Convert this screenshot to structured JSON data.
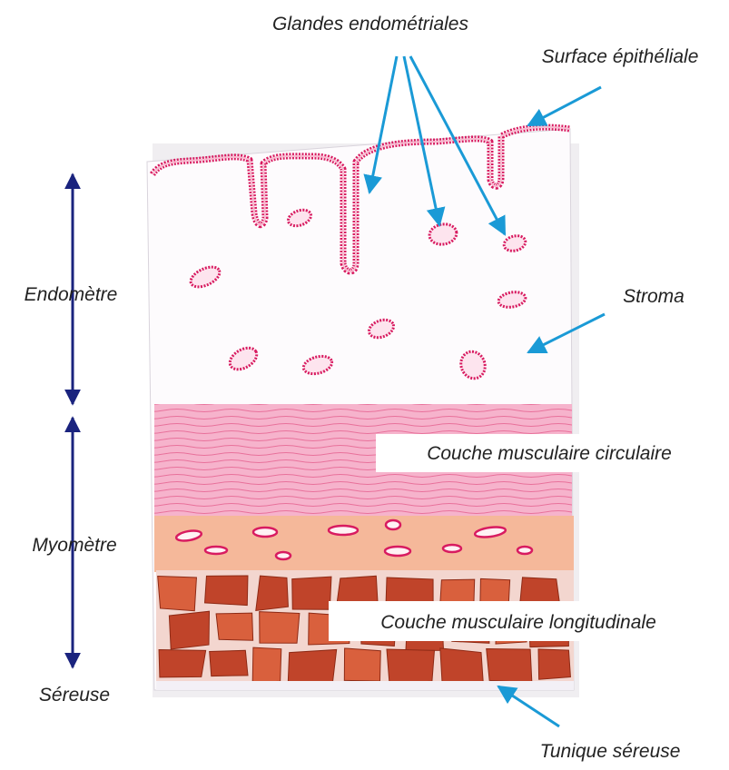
{
  "labels": {
    "glandes": "Glandes endométriales",
    "surface": "Surface épithéliale",
    "endometre": "Endomètre",
    "stroma": "Stroma",
    "couche_circulaire": "Couche musculaire circulaire",
    "myometre": "Myomètre",
    "couche_longitudinale": "Couche musculaire longitudinale",
    "sereuse": "Séreuse",
    "tunique_sereuse": "Tunique séreuse"
  },
  "colors": {
    "arrow_cyan": "#1a9ad6",
    "arrow_navy": "#1a237e",
    "epithelium": "#d81b60",
    "circular_muscle": "#f06292",
    "myometrium_band": "#f5b89a",
    "longitudinal_muscle": "#c0442a",
    "serosa": "#f3f0f6"
  }
}
